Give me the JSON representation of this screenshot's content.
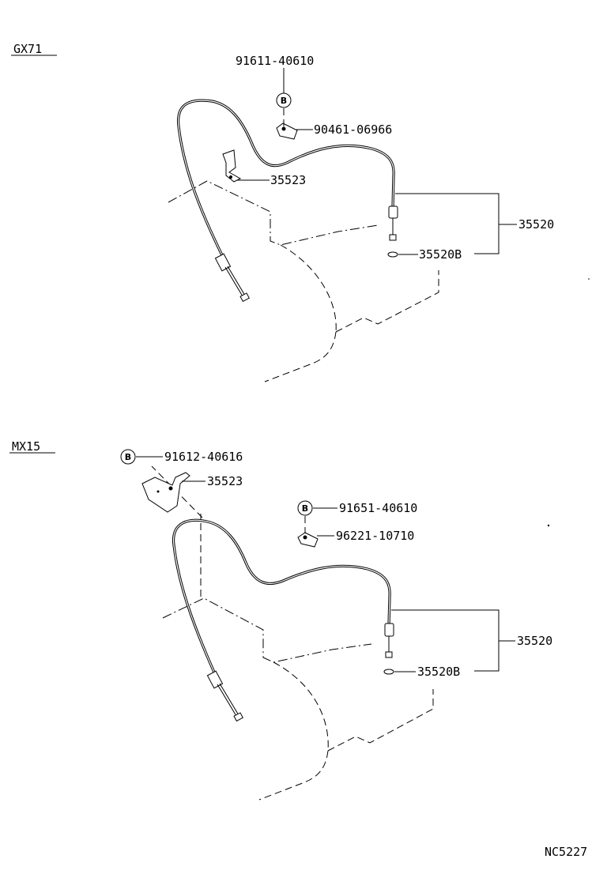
{
  "diagram": {
    "code": "NC5227",
    "sections": [
      {
        "model": "GX71",
        "labels": {
          "bolt": "91611-40610",
          "bolt_marker": "B",
          "clamp": "90461-06966",
          "bracket": "35523",
          "cable_assembly": "35520",
          "oring": "35520B"
        }
      },
      {
        "model": "MX15",
        "labels": {
          "bolt_bracket": "91612-40616",
          "bolt_bracket_marker": "B",
          "bracket": "35523",
          "bolt_clamp": "91651-40610",
          "bolt_clamp_marker": "B",
          "clamp": "96221-10710",
          "cable_assembly": "35520",
          "oring": "35520B"
        }
      }
    ]
  }
}
